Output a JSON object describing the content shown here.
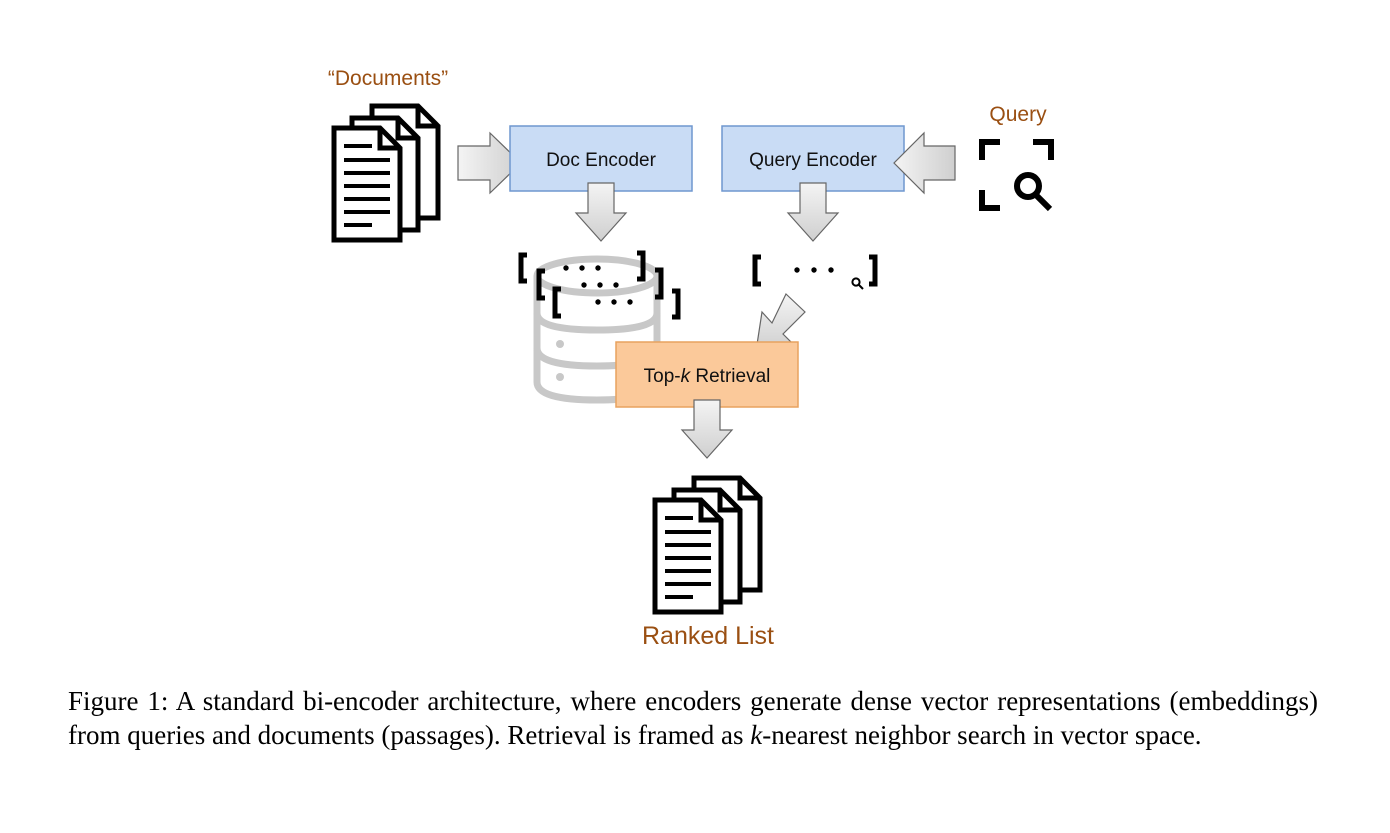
{
  "diagram": {
    "documents_label": "“Documents”",
    "query_label": "Query",
    "doc_encoder_label": "Doc Encoder",
    "query_encoder_label": "Query Encoder",
    "retrieval_label_prefix": "Top-",
    "retrieval_label_k": "k",
    "retrieval_label_suffix": " Retrieval",
    "ranked_list_label": "Ranked List",
    "colors": {
      "encoder_fill": "#c9dcf5",
      "encoder_stroke": "#6f97cf",
      "retrieval_fill": "#fbc99a",
      "retrieval_stroke": "#e8a25f",
      "label_brown": "#9a4f12",
      "arrow_fill": "#dcdcdc",
      "arrow_stroke": "#666666",
      "database": "#c8c8c8"
    },
    "icons": {
      "documents": "document-stack-icon",
      "query": "search-focus-icon",
      "database": "database-icon",
      "ranked": "document-stack-icon"
    }
  },
  "caption": {
    "prefix": "Figure 1: A standard bi-encoder architecture, where encoders generate dense vector representations (embeddings) from queries and documents (passages). Retrieval is framed as ",
    "math_k": "k",
    "suffix": "-nearest neighbor search in vector space."
  }
}
